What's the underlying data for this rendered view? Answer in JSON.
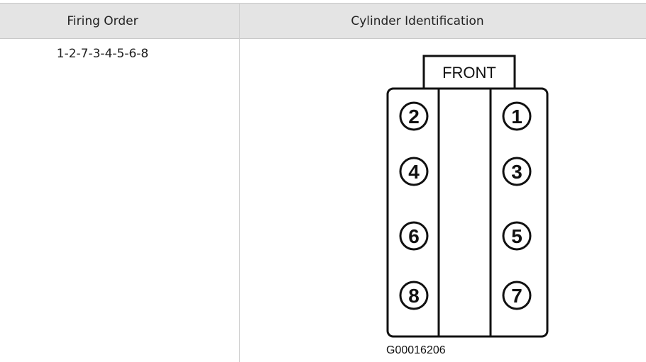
{
  "table": {
    "headers": [
      "Firing Order",
      "Cylinder Identification"
    ],
    "firing_order": "1-2-7-3-4-5-6-8"
  },
  "diagram": {
    "front_label": "FRONT",
    "left_bank": [
      "2",
      "4",
      "6",
      "8"
    ],
    "right_bank": [
      "1",
      "3",
      "5",
      "7"
    ],
    "figure_code": "G00016206"
  }
}
